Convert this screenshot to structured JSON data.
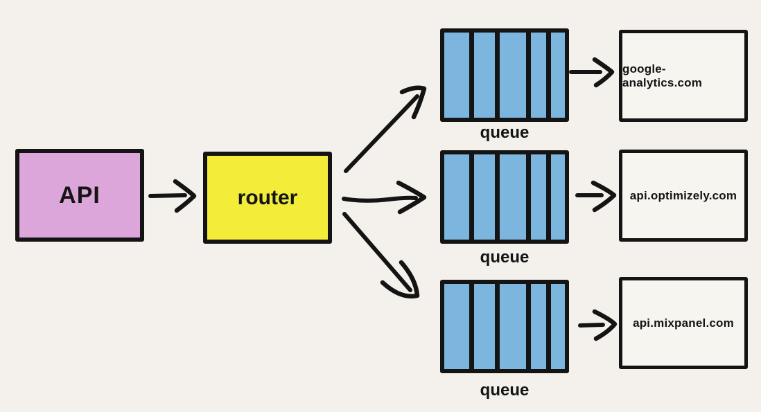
{
  "diagram": {
    "colors": {
      "background": "#f4f1ec",
      "api_fill": "#dda6da",
      "router_fill": "#f3ed3a",
      "queue_fill": "#7cb5de",
      "endpoint_fill": "#f7f5f0",
      "ink": "#141414"
    },
    "nodes": {
      "api": {
        "label": "API"
      },
      "router": {
        "label": "router"
      }
    },
    "queues": [
      {
        "label": "queue"
      },
      {
        "label": "queue"
      },
      {
        "label": "queue"
      }
    ],
    "endpoints": [
      {
        "label": "google-analytics.com"
      },
      {
        "label": "api.optimizely.com"
      },
      {
        "label": "api.mixpanel.com"
      }
    ]
  }
}
